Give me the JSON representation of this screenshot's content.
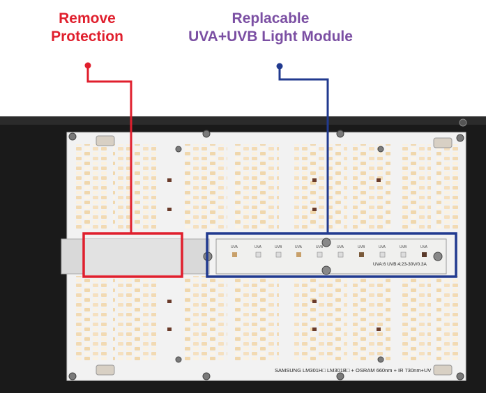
{
  "callouts": {
    "remove": {
      "line1": "Remove",
      "line2": "Protection",
      "color": "#e01f2d"
    },
    "uv_module": {
      "line1": "Replacable",
      "line2": "UVA+UVB Light Module",
      "color": "#7b4fa3",
      "leader_color": "#213a8f"
    }
  },
  "board": {
    "print_line": "SAMSUNG LM301H□  LM301B□ + OSRAM  660nm + IR 730nm+UV",
    "uv_module_spec": "UVA:6 UVB:4;23-30V/0.3A",
    "uv_led_labels": [
      "UVA",
      "UVA",
      "UVB",
      "UVA",
      "UVB",
      "UVA",
      "UVB",
      "UVA",
      "UVB",
      "UVA"
    ]
  }
}
